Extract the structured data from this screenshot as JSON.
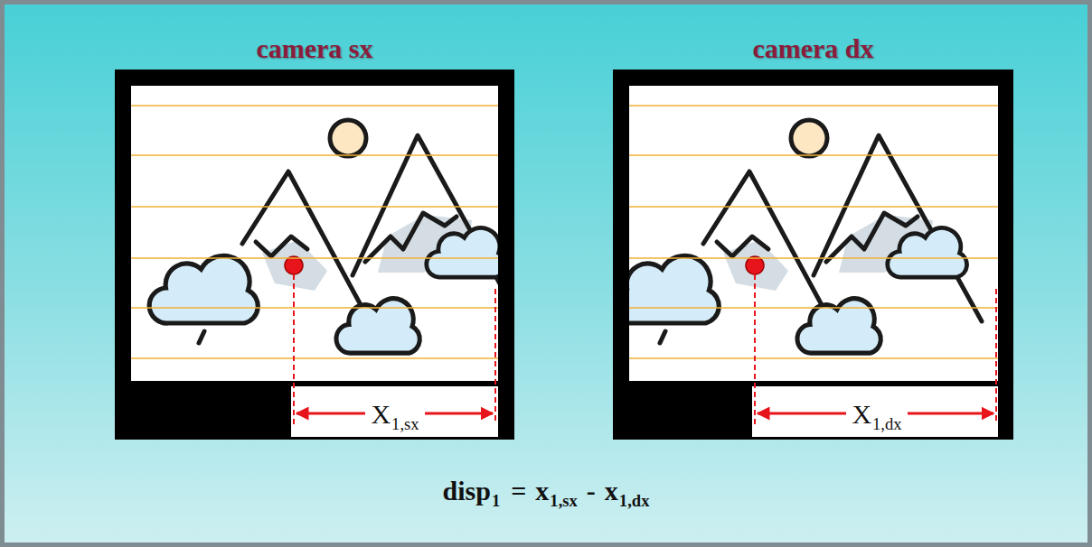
{
  "diagram": {
    "nodes": [
      {
        "text": [
          "camera sx"
        ]
      },
      {
        "text": [
          "camera dx"
        ]
      }
    ],
    "labels": [
      "X",
      "1,sx",
      "X",
      "1,dx",
      "disp",
      "1",
      "=",
      "x",
      "1,sx",
      "-",
      "x",
      "1,dx"
    ]
  }
}
